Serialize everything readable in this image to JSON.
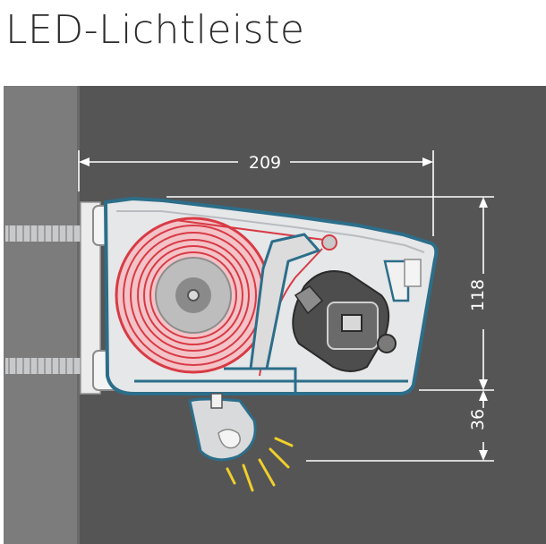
{
  "title": "LED-Lichtleiste",
  "dimensions": {
    "width": "209",
    "height": "118",
    "led_offset": "36"
  },
  "colors": {
    "background_panel": "#555555",
    "wall": "#7b7b7b",
    "housing_outline": "#2c6e8a",
    "housing_fill": "#e6e7e8",
    "roll_red": "#d83b45",
    "roll_pink": "#f2b7bd",
    "led_light": "#f0cf2a",
    "dimension_line": "#ffffff"
  }
}
